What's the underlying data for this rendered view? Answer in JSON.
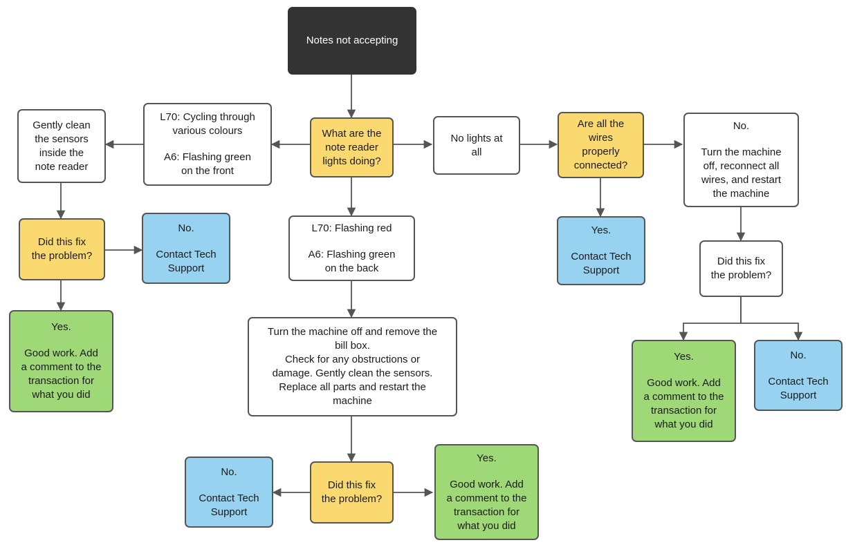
{
  "diagram": {
    "title": "Notes not accepting",
    "colors": {
      "start_fill": "#333333",
      "decision_fill": "#fbd971",
      "success_fill": "#9fd977",
      "info_fill": "#97d2f0",
      "plain_fill": "#ffffff",
      "border": "#555555",
      "edge": "#555555",
      "text": "#1a1a1a",
      "start_text": "#ffffff"
    },
    "nodes": {
      "start": {
        "label": "Notes not accepting"
      },
      "lights_question": {
        "label": "What are the\nnote reader\nlights doing?"
      },
      "cycling_colours": {
        "line1": "L70: Cycling through\nvarious colours",
        "line2": "A6: Flashing green\non the front"
      },
      "clean_sensors": {
        "label": "Gently clean\nthe sensors\ninside the\nnote reader"
      },
      "fix_left_question": {
        "label": "Did this fix\nthe problem?"
      },
      "left_no": {
        "line1": "No.",
        "line2": "Contact Tech\nSupport"
      },
      "left_yes": {
        "line1": "Yes.",
        "line2": "Good work. Add\na comment to the\ntransaction for\nwhat you did"
      },
      "flashing_red": {
        "line1": "L70: Flashing red",
        "line2": "A6: Flashing green\non the back"
      },
      "billbox_instructions": {
        "label": "Turn the machine off and remove the\nbill box.\nCheck for any obstructions or\ndamage. Gently clean the sensors.\nReplace all parts and restart the\nmachine"
      },
      "fix_mid_question": {
        "label": "Did this fix\nthe problem?"
      },
      "mid_no": {
        "line1": "No.",
        "line2": "Contact Tech\nSupport"
      },
      "mid_yes": {
        "line1": "Yes.",
        "line2": "Good work. Add\na comment to the\ntransaction for\nwhat you did"
      },
      "no_lights": {
        "label": "No lights at\nall"
      },
      "wires_question": {
        "label": "Are all the\nwires\nproperly\nconnected?"
      },
      "wires_yes": {
        "line1": "Yes.",
        "line2": "Contact Tech\nSupport"
      },
      "wires_no": {
        "line1": "No.",
        "line2": "Turn the machine\noff, reconnect all\nwires, and restart\nthe machine"
      },
      "fix_right_question": {
        "label": "Did this fix\nthe problem?"
      },
      "right_yes": {
        "line1": "Yes.",
        "line2": "Good work. Add\na comment to the\ntransaction for\nwhat you did"
      },
      "right_no": {
        "line1": "No.",
        "line2": "Contact Tech\nSupport"
      }
    }
  }
}
